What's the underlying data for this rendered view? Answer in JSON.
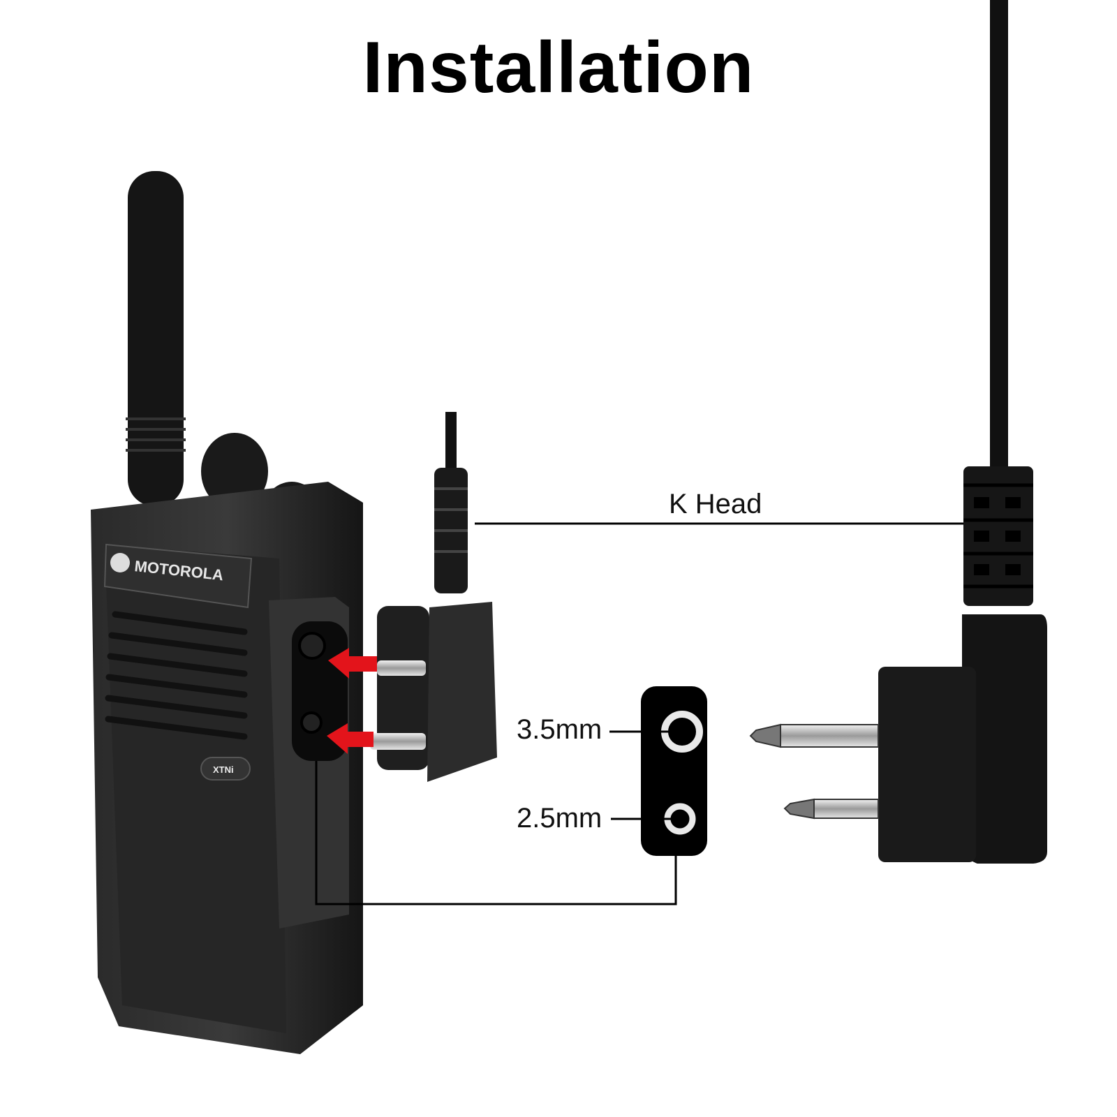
{
  "title": "Installation",
  "labels": {
    "k_head": "K Head",
    "port_large": "3.5mm",
    "port_small": "2.5mm"
  },
  "radio": {
    "brand": "MOTOROLA",
    "model": "XTNi"
  },
  "colors": {
    "background": "#ffffff",
    "device_body": "#1c1c1c",
    "arrow": "#e3141b",
    "connector_metal": "#d8d8d8",
    "callout_line": "#000000"
  }
}
